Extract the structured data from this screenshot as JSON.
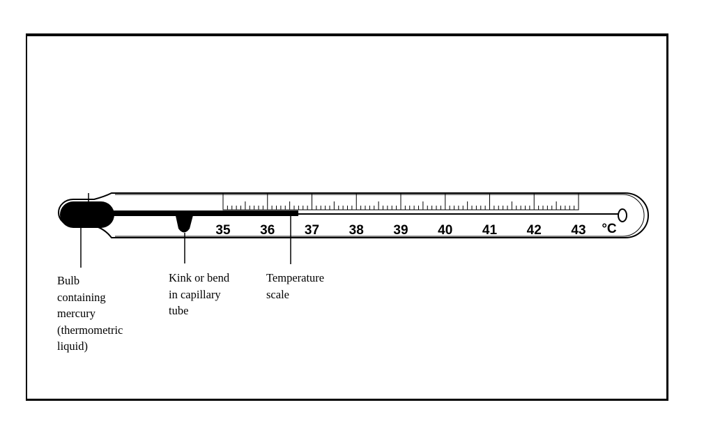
{
  "labels": {
    "bulb": "Bulb\ncontaining\nmercury\n(thermometric\nliquid)",
    "kink": "Kink or bend\nin capillary\ntube",
    "scale": "Temperature\nscale"
  },
  "scale": {
    "numbers": [
      "35",
      "36",
      "37",
      "38",
      "39",
      "40",
      "41",
      "42",
      "43"
    ],
    "unit": "°C",
    "start": 35,
    "end": 43,
    "minor_per_degree": 10
  },
  "colors": {
    "ink": "#000000",
    "background": "#ffffff"
  }
}
